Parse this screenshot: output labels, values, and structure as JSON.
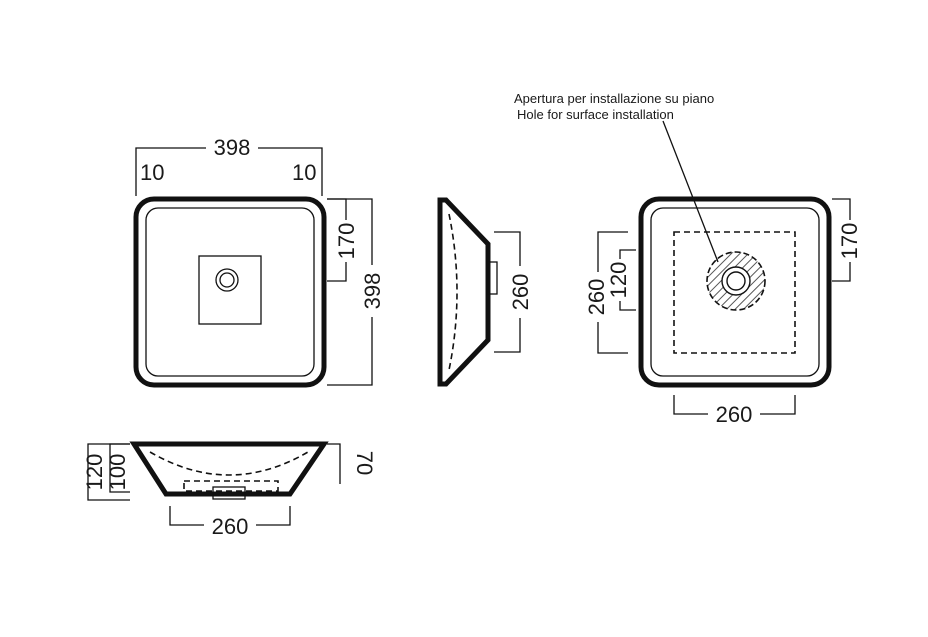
{
  "annotation": {
    "line1": "Apertura per installazione su piano",
    "line2": "Hole for surface installation"
  },
  "top_view": {
    "width": "398",
    "left_margin": "10",
    "right_margin": "10",
    "height": "398",
    "drain_offset": "170"
  },
  "side_view": {
    "depth": "260"
  },
  "front_view": {
    "height_total": "120",
    "height_inner": "100",
    "rim": "70",
    "base_width": "260"
  },
  "install_view": {
    "offset_right": "170",
    "cutout_height": "260",
    "hole_offset": "120",
    "cutout_width": "260"
  }
}
